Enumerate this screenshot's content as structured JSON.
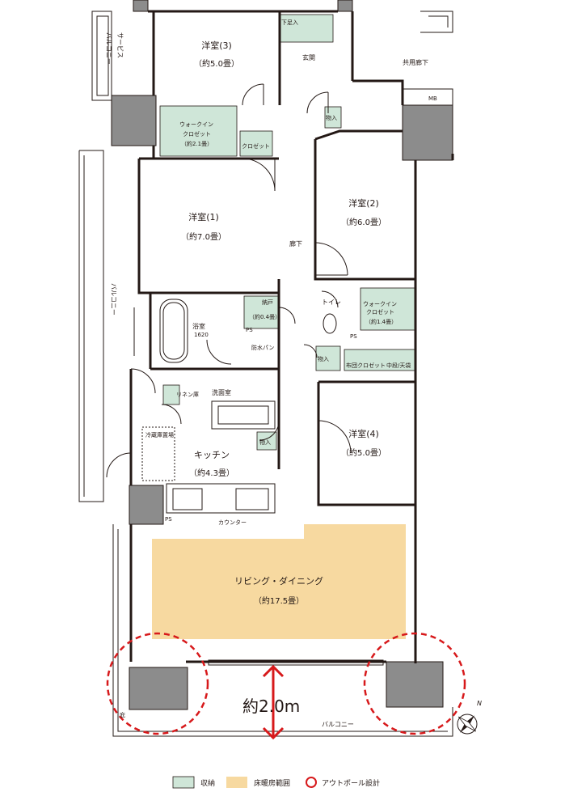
{
  "colors": {
    "wall": "#231815",
    "pillar": "#8c8c8c",
    "storage": "#cfe6d8",
    "floor_heating": "#f7d9a0",
    "outpole": "#d7191b",
    "arrow": "#d7191b"
  },
  "rooms": {
    "western3": {
      "name": "洋室(3)",
      "size": "（約5.0畳）"
    },
    "western1": {
      "name": "洋室(1)",
      "size": "（約7.0畳）"
    },
    "western2": {
      "name": "洋室(2)",
      "size": "（約6.0畳）"
    },
    "western4": {
      "name": "洋室(4)",
      "size": "（約5.0畳）"
    },
    "living": {
      "name": "リビング・ダイニング",
      "size": "（約17.5畳）"
    },
    "kitchen": {
      "name": "キッチン",
      "size": "（約4.3畳）"
    },
    "bath": {
      "name": "浴室",
      "size": "1620"
    },
    "nando": {
      "name": "納戸",
      "size": "（約0.4畳）"
    },
    "wic1": {
      "name": "ウォークイン",
      "name2": "クロゼット",
      "size": "（約2.1畳）"
    },
    "wic2": {
      "name": "ウォークイン",
      "name2": "クロゼット",
      "size": "（約1.4畳）"
    }
  },
  "labels": {
    "service_balcony_1": "サービス",
    "service_balcony_2": "バルコニー",
    "geta": "下足入",
    "entrance": "玄関",
    "common_corridor": "共用廊下",
    "mb": "MB",
    "monoire1": "物入",
    "monoire2": "物入",
    "monoire3": "物入",
    "closet": "クロゼット",
    "corridor": "廊下",
    "balcony_side": "バルコニー",
    "toilet": "トイレ",
    "ps1": "PS",
    "ps2": "PS",
    "ps3": "PS",
    "waterproof_pan": "防水パン",
    "futon_closet": "布団クロゼット",
    "chudan": "中段/天袋",
    "linen": "リネン庫",
    "washroom": "洗面室",
    "fridge": "冷蔵庫置場",
    "counter": "カウンター",
    "balcony_bottom": "バルコニー",
    "drain": "庇",
    "width_label": "約2.0m",
    "north": "N"
  },
  "legend": {
    "storage": "収納",
    "floor_heating": "床暖房範囲",
    "outpole": "アウトポール設計"
  }
}
